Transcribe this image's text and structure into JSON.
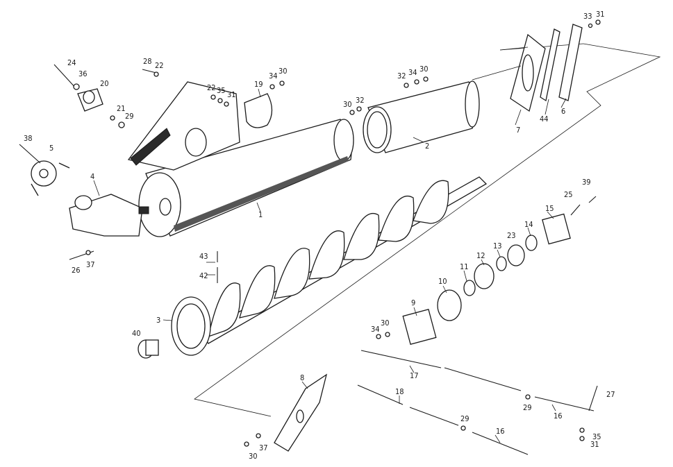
{
  "labels": {
    "l1": "1",
    "l2": "2",
    "l3": "3",
    "l4": "4",
    "l5": "5",
    "l6": "6",
    "l7": "7",
    "l8": "8",
    "l9": "9",
    "l10": "10",
    "l11": "11",
    "l12": "12",
    "l13": "13",
    "l14": "14",
    "l15": "15",
    "l16a": "16",
    "l16b": "16",
    "l17": "17",
    "l18": "18",
    "l19": "19",
    "l20": "20",
    "l21": "21",
    "l22a": "22",
    "l22b": "22",
    "l23": "23",
    "l24": "24",
    "l25": "25",
    "l26": "26",
    "l27": "27",
    "l28": "28",
    "l29a": "29",
    "l29b": "29",
    "l29c": "29",
    "l30a": "30",
    "l30b": "30",
    "l30c": "30",
    "l30d": "30",
    "l30e": "30",
    "l31a": "31",
    "l31b": "31",
    "l31c": "31",
    "l32a": "32",
    "l32b": "32",
    "l33": "33",
    "l34a": "34",
    "l34b": "34",
    "l34c": "34",
    "l35a": "35",
    "l35b": "35",
    "l36": "36",
    "l37a": "37",
    "l37b": "37",
    "l38": "38",
    "l39": "39",
    "l40": "40",
    "l42": "42",
    "l43": "43",
    "l44": "44"
  }
}
